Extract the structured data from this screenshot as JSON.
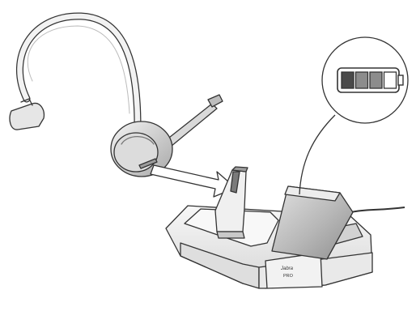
{
  "diagram": {
    "brand_logo_text": "Jabra",
    "model_text": "PRO",
    "battery_indicator": {
      "total_segments": 4,
      "filled_segments": 3,
      "filled_colors": [
        "#4a4a4a",
        "#8c8c8c",
        "#8c8c8c"
      ],
      "empty_color": "#ffffff"
    },
    "colors": {
      "outline": "#333333",
      "body_light": "#eeeeee",
      "body_mid": "#cfcfcf",
      "body_dark": "#9a9a9a",
      "screen": "#bdbdbd"
    }
  }
}
